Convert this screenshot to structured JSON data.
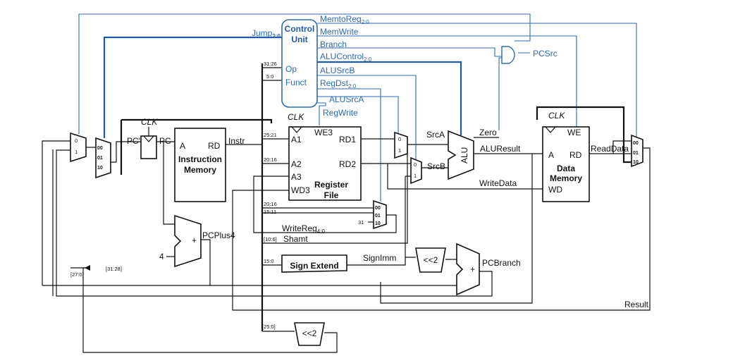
{
  "control_unit": {
    "line1": "Control",
    "line2": "Unit",
    "op": "Op",
    "funct": "Funct"
  },
  "control_signals": {
    "memtoreg": "MemtoReg",
    "memtoreg_sub": "2:0",
    "memwrite": "MemWrite",
    "branch": "Branch",
    "alucontrol": "ALUControl",
    "alucontrol_sub": "2:0",
    "alusrcb": "ALUSrcB",
    "regdst": "RegDst",
    "regdst_sub": "2:0",
    "alusrca": "ALUSrcA",
    "regwrite": "RegWrite",
    "jump": "Jump",
    "jump_sub": "2:0",
    "pcsrc": "PCSrc"
  },
  "bit_fields": {
    "b31_26": "31:26",
    "b5_0": "5:0",
    "b25_21": "25:21",
    "b20_16a": "20:16",
    "b20_16b": "20:16",
    "b15_11": "15:11",
    "b10_6": "[10:6]",
    "b15_0": "15:0",
    "b25_0": "[25:0]",
    "b27_0": "[27:0]",
    "b31_28": "[31:28]"
  },
  "pc": {
    "pc_prime": "PC'",
    "pc": "PC",
    "clk": "CLK"
  },
  "instruction_memory": {
    "a": "A",
    "rd": "RD",
    "line1": "Instruction",
    "line2": "Memory",
    "instr": "Instr"
  },
  "register_file": {
    "clk": "CLK",
    "we3": "WE3",
    "a1": "A1",
    "a2": "A2",
    "a3": "A3",
    "wd3": "WD3",
    "rd1": "RD1",
    "rd2": "RD2",
    "line1": "Register",
    "line2": "File"
  },
  "alu": {
    "label": "ALU",
    "srca": "SrcA",
    "srcb": "SrcB",
    "zero": "Zero",
    "aluresult": "ALUResult"
  },
  "data_memory": {
    "clk": "CLK",
    "we": "WE",
    "a": "A",
    "rd": "RD",
    "wd": "WD",
    "line1": "Data",
    "line2": "Memory",
    "readdata": "ReadData",
    "writedata": "WriteData"
  },
  "misc": {
    "pcplus4": "PCPlus4",
    "four": "4",
    "plus": "+",
    "writereg": "WriteReg",
    "writereg_sub": "4:0",
    "shamt": "Shamt",
    "sign_extend": "Sign Extend",
    "signimm": "SignImm",
    "shift2": "<<2",
    "pcbranch": "PCBranch",
    "result": "Result",
    "thirtyone": "31"
  },
  "mux_inputs": {
    "m0": "0",
    "m1": "1",
    "m00": "00",
    "m01": "01",
    "m10": "10"
  }
}
